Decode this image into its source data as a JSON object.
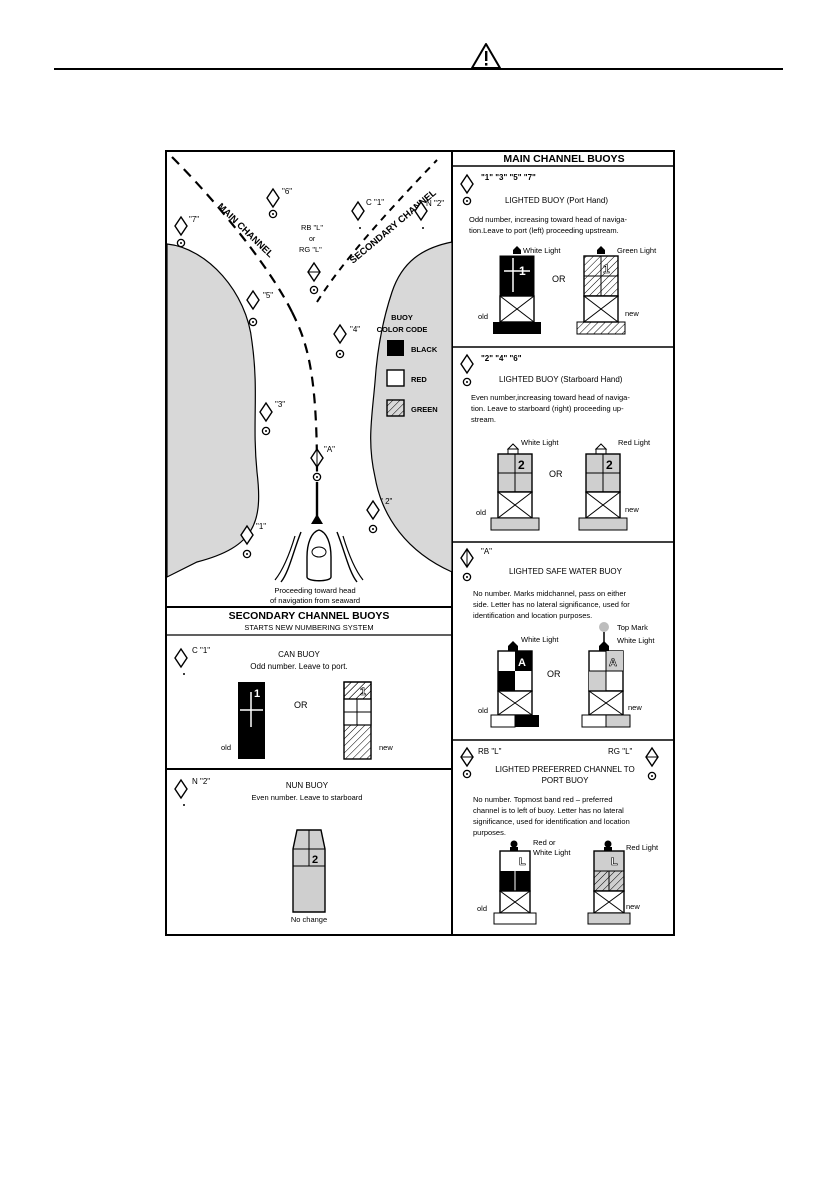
{
  "colors": {
    "land": "#d8d8d8",
    "black": "#000000",
    "red_box": "#ffffff",
    "buoy_grey": "#cfcfcf",
    "topmark": "#bdbdbd"
  },
  "header": {
    "icon": "warning-triangle-icon"
  },
  "chart": {
    "main_channel": "MAIN CHANNEL",
    "secondary_channel": "SECONDARY CHANNEL",
    "labels": {
      "b6": "\"6\"",
      "b7": "\"7\"",
      "c1": "C \"1\"",
      "n2": "N \"2\"",
      "rb": "RB  \"L\"",
      "or": "or",
      "rg": "RG  \"L\"",
      "b5": "\"5\"",
      "b4": "\"4\"",
      "b3": "\"3\"",
      "bA": "\"A\"",
      "b2": "\" 2\"",
      "b1": "\"1\""
    },
    "legend": {
      "title1": "BUOY",
      "title2": "COLOR CODE",
      "black": "BLACK",
      "red": "RED",
      "green": "GREEN"
    },
    "caption1": "Proceeding toward head",
    "caption2": "of navigation from seaward"
  },
  "secondary": {
    "title": "SECONDARY CHANNEL BUOYS",
    "subtitle": "STARTS NEW NUMBERING SYSTEM",
    "can": {
      "label": "C  \"1\"",
      "name": "CAN  BUOY",
      "desc": "Odd number.  Leave to port.",
      "or": "OR",
      "old": "old",
      "new": "new",
      "num": "1"
    },
    "nun": {
      "label": "N   \"2\"",
      "name": "NUN BUOY",
      "desc": "Even number.  Leave to starboard",
      "num": "2",
      "change": "No change"
    }
  },
  "main": {
    "title": "MAIN CHANNEL BUOYS",
    "port": {
      "label": "\"1\" \"3\" \"5\" \"7\"",
      "name": "LIGHTED BUOY (Port Hand)",
      "desc1": "Odd number, increasing toward head of naviga-",
      "desc2": "tion.Leave to port (left) proceeding upstream.",
      "light_old": "White Light",
      "light_new": "Green Light",
      "or": "OR",
      "old": "old",
      "new": "new",
      "num": "1"
    },
    "starboard": {
      "label": "\"2\" \"4\" \"6\"",
      "name": "LIGHTED BUOY (Starboard Hand)",
      "desc1": "Even number,increasing toward head of naviga-",
      "desc2": "tion. Leave to  starboard  (right) proceeding up-",
      "desc3": "stream.",
      "light_old": "White Light",
      "light_new": "Red Light",
      "or": "OR",
      "old": "old",
      "new": "new",
      "num": "2"
    },
    "safe": {
      "label": "\"A\"",
      "name": "LIGHTED SAFE WATER BUOY",
      "desc1": "No  number.  Marks midchannel, pass on  either",
      "desc2": "side. Letter has no lateral significance, used for",
      "desc3": "identification and location purposes.",
      "light_old": "White Light",
      "topmark": "Top Mark",
      "light_new": "White Light",
      "or": "OR",
      "old": "old",
      "new": "new",
      "letter": "A"
    },
    "preferred": {
      "label_rb": "RB  \"L\"",
      "label_rg": "RG  \"L\"",
      "name1": "LIGHTED PREFERRED CHANNEL TO",
      "name2": "PORT BUOY",
      "desc1": "No  number.  Topmost band red – preferred",
      "desc2": "channel is to left of buoy. Letter has no lateral",
      "desc3": "significance, used for identification and location",
      "desc4": "purposes.",
      "light_old1": "Red or",
      "light_old2": "White Light",
      "light_new": "Red Light",
      "old": "old",
      "new": "new",
      "letter": "L"
    }
  }
}
